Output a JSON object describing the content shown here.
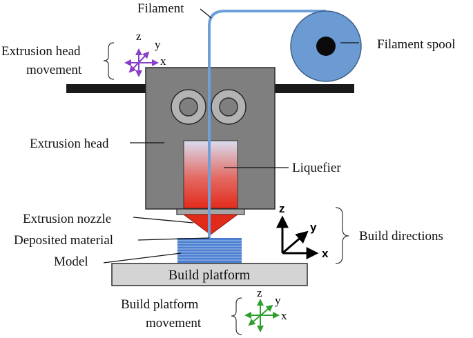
{
  "labels": {
    "filament": "Filament",
    "filament_spool": "Filament spool",
    "extrusion_head_movement_line1": "Extrusion head",
    "extrusion_head_movement_line2": "movement",
    "extrusion_head": "Extrusion head",
    "liquefier": "Liquefier",
    "extrusion_nozzle": "Extrusion nozzle",
    "deposited_material": "Deposited material",
    "model": "Model",
    "build_platform": "Build platform",
    "build_directions": "Build directions",
    "build_platform_movement_line1": "Build platform",
    "build_platform_movement_line2": "movement"
  },
  "axes": {
    "x": "x",
    "y": "y",
    "z": "z"
  },
  "colors": {
    "filament": "#6f9fd8",
    "spool": "#6b9bd2",
    "head_body": "#7f7f7f",
    "liquefier_top": "#d9dcef",
    "liquefier_bottom": "#e32b1c",
    "nozzle": "#e02a1a",
    "model": "#4d7fd0",
    "platform": "#d4d4d4",
    "head_axes": "#8a3fc8",
    "platform_axes": "#2e9e2e",
    "build_axes": "#000000"
  }
}
